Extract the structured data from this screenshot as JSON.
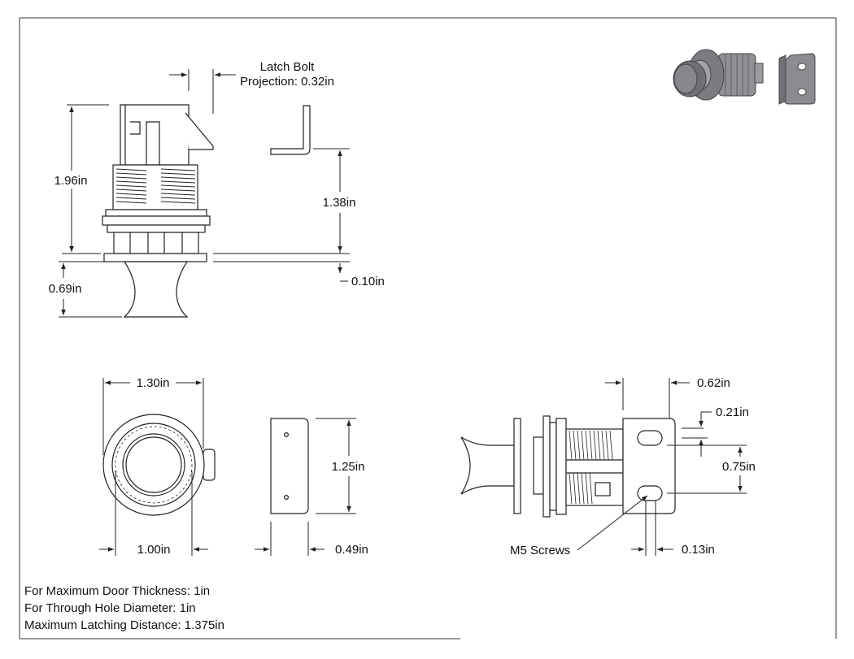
{
  "dimensions": {
    "latch_bolt_projection_line1": "Latch Bolt",
    "latch_bolt_projection_line2": "Projection: 0.32in",
    "overall_height": "1.96in",
    "strike_height": "1.38in",
    "knob_height": "0.69in",
    "flange_thickness": "0.10in",
    "flange_diameter": "1.30in",
    "knob_diameter": "1.00in",
    "strike_length": "1.25in",
    "strike_depth": "0.49in",
    "strike_width": "0.62in",
    "slot_offset": "0.21in",
    "slot_spacing": "0.75in",
    "slot_width": "0.13in",
    "screws": "M5 Screws"
  },
  "notes": [
    "For Maximum Door Thickness: 1in",
    "For Through Hole Diameter: 1in",
    "Maximum Latching Distance: 1.375in"
  ],
  "colors": {
    "line": "#222222",
    "product": "#7d7f84",
    "bracket": "#8a8c90"
  }
}
